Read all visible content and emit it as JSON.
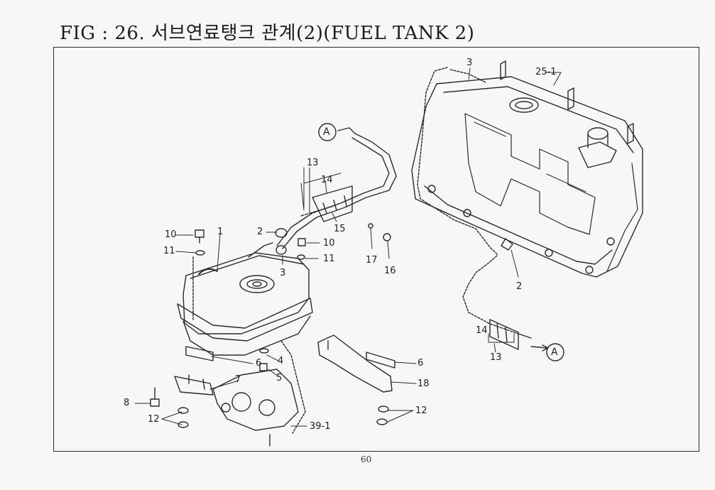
{
  "title": "FIG : 26. 서브연료탱크 관계(2)(FUEL TANK 2)",
  "page_number": "60",
  "callouts": [
    {
      "id": "c25-1",
      "text": "25-1"
    },
    {
      "id": "c3-top",
      "text": "3"
    },
    {
      "id": "c13-top",
      "text": "13"
    },
    {
      "id": "c14-top",
      "text": "14"
    },
    {
      "id": "c15",
      "text": "15"
    },
    {
      "id": "c17",
      "text": "17"
    },
    {
      "id": "c16",
      "text": "16"
    },
    {
      "id": "c2-left",
      "text": "2"
    },
    {
      "id": "c10-left",
      "text": "10"
    },
    {
      "id": "c1",
      "text": "1"
    },
    {
      "id": "c10-right",
      "text": "10"
    },
    {
      "id": "c11-left",
      "text": "11"
    },
    {
      "id": "c11-right",
      "text": "11"
    },
    {
      "id": "c3-mid",
      "text": "3"
    },
    {
      "id": "c2-right",
      "text": "2"
    },
    {
      "id": "c14-bot",
      "text": "14"
    },
    {
      "id": "c13-bot",
      "text": "13"
    },
    {
      "id": "c6-left",
      "text": "6"
    },
    {
      "id": "c4",
      "text": "4"
    },
    {
      "id": "c5",
      "text": "5"
    },
    {
      "id": "c7",
      "text": "7"
    },
    {
      "id": "c8",
      "text": "8"
    },
    {
      "id": "c12-left",
      "text": "12"
    },
    {
      "id": "c6-right",
      "text": "6"
    },
    {
      "id": "c18",
      "text": "18"
    },
    {
      "id": "c12-right",
      "text": "12"
    },
    {
      "id": "c39-1",
      "text": "39-1"
    }
  ],
  "markers": [
    {
      "id": "marker-a-top",
      "text": "A"
    },
    {
      "id": "marker-a-bottom",
      "text": "A"
    }
  ]
}
